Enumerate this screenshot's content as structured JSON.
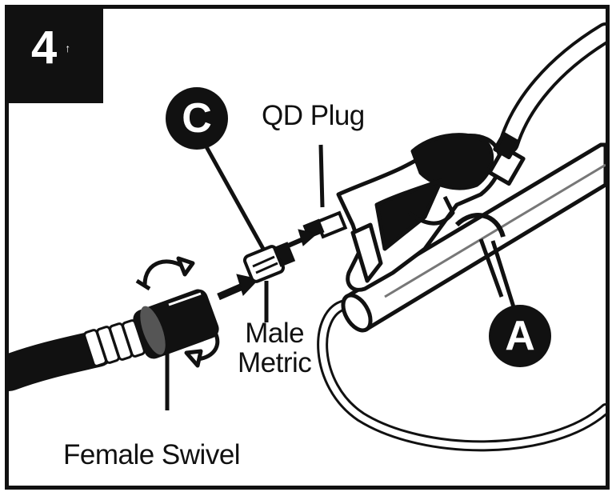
{
  "step": {
    "number": "4",
    "mark": "↑"
  },
  "callouts": {
    "c": "C",
    "a": "A"
  },
  "labels": {
    "qd_plug": "QD Plug",
    "male_line1": "Male",
    "male_line2": "Metric",
    "female_swivel": "Female Swivel"
  },
  "colors": {
    "ink": "#111111",
    "paper": "#ffffff",
    "shade": "#555555"
  },
  "icons": [
    "rotate-arrow-icon",
    "insert-arrow-icon"
  ]
}
